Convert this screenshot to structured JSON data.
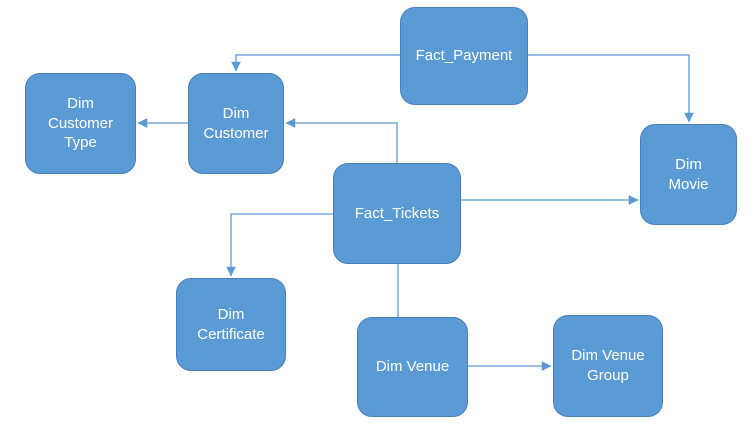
{
  "diagram": {
    "type": "entity-relationship-flowchart",
    "colors": {
      "node-fill": "#5b9bd5",
      "node-border": "#4a7ebb",
      "connector": "#5b9bd5",
      "text": "#ffffff",
      "canvas-bg": "#ffffff"
    },
    "nodes": [
      {
        "id": "fact-payment",
        "label": "Fact_Payment"
      },
      {
        "id": "dim-customer-type",
        "label": "Dim\nCustomer\nType"
      },
      {
        "id": "dim-customer",
        "label": "Dim\nCustomer"
      },
      {
        "id": "dim-movie",
        "label": "Dim\nMovie"
      },
      {
        "id": "fact-tickets",
        "label": "Fact_Tickets"
      },
      {
        "id": "dim-certificate",
        "label": "Dim\nCertificate"
      },
      {
        "id": "dim-venue",
        "label": "Dim Venue"
      },
      {
        "id": "dim-venue-group",
        "label": "Dim Venue\nGroup"
      }
    ],
    "edges": [
      {
        "from": "Fact_Payment",
        "to": "Dim Customer",
        "arrow": true
      },
      {
        "from": "Fact_Payment",
        "to": "Dim Movie",
        "arrow": true
      },
      {
        "from": "Dim Customer",
        "to": "Dim Customer Type",
        "arrow": true
      },
      {
        "from": "Fact_Tickets",
        "to": "Dim Customer",
        "arrow": true
      },
      {
        "from": "Fact_Tickets",
        "to": "Dim Movie",
        "arrow": true
      },
      {
        "from": "Fact_Tickets",
        "to": "Dim Certificate",
        "arrow": true
      },
      {
        "from": "Fact_Tickets",
        "to": "Dim Venue",
        "arrow": false
      },
      {
        "from": "Dim Venue",
        "to": "Dim Venue Group",
        "arrow": true
      }
    ]
  }
}
